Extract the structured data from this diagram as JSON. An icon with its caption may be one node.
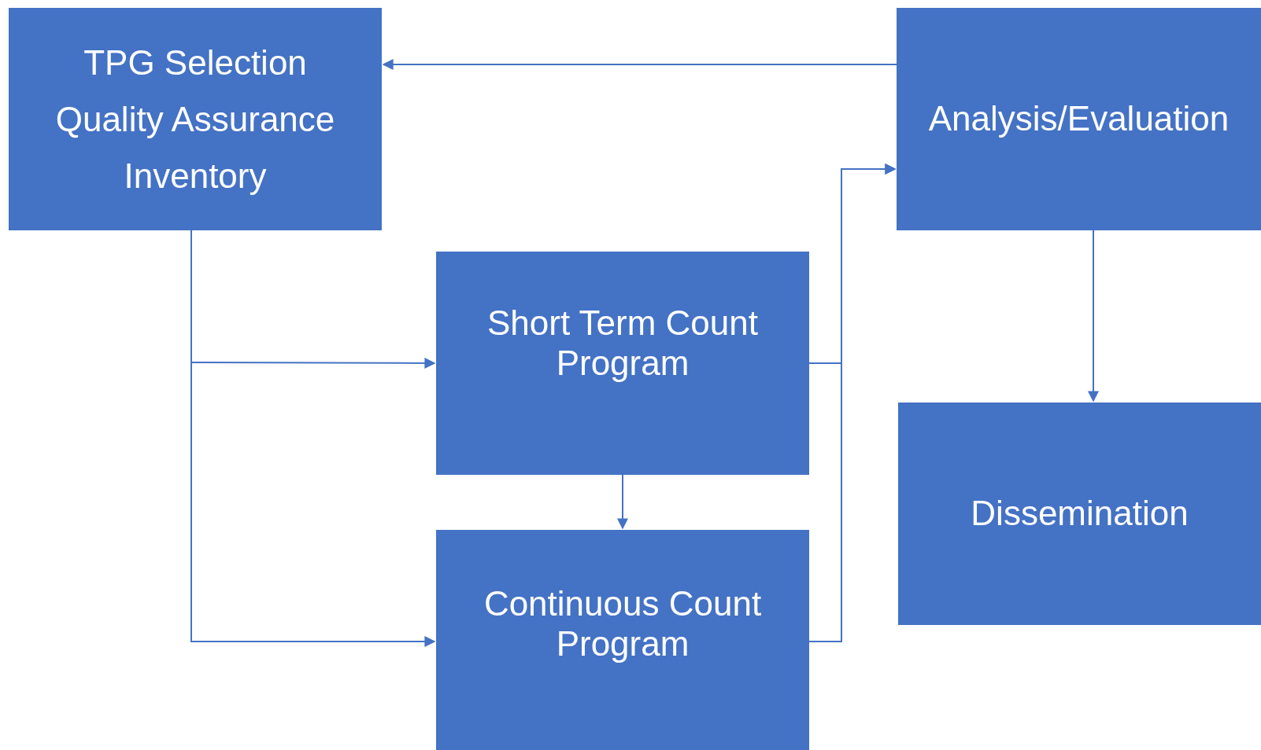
{
  "diagram": {
    "nodes": [
      {
        "text": [
          "TPG Selection",
          "Quality Assurance",
          "Inventory"
        ]
      },
      {
        "text": [
          "Analysis/Evaluation"
        ]
      },
      {
        "text": [
          "Short Term Count Program"
        ]
      },
      {
        "text": [
          "Continuous Count Program"
        ]
      },
      {
        "text": [
          "Dissemination"
        ]
      }
    ],
    "edges": [
      {
        "from": 1,
        "to": 0,
        "arrow": "to"
      },
      {
        "from": 0,
        "to": 2,
        "arrow": "to"
      },
      {
        "from": 0,
        "to": 3,
        "arrow": "to"
      },
      {
        "from": 2,
        "to": 3,
        "arrow": "to"
      },
      {
        "from": 2,
        "to": 1,
        "arrow": "to"
      },
      {
        "from": 3,
        "to": 1,
        "arrow": "to"
      },
      {
        "from": 1,
        "to": 4,
        "arrow": "to"
      }
    ]
  }
}
